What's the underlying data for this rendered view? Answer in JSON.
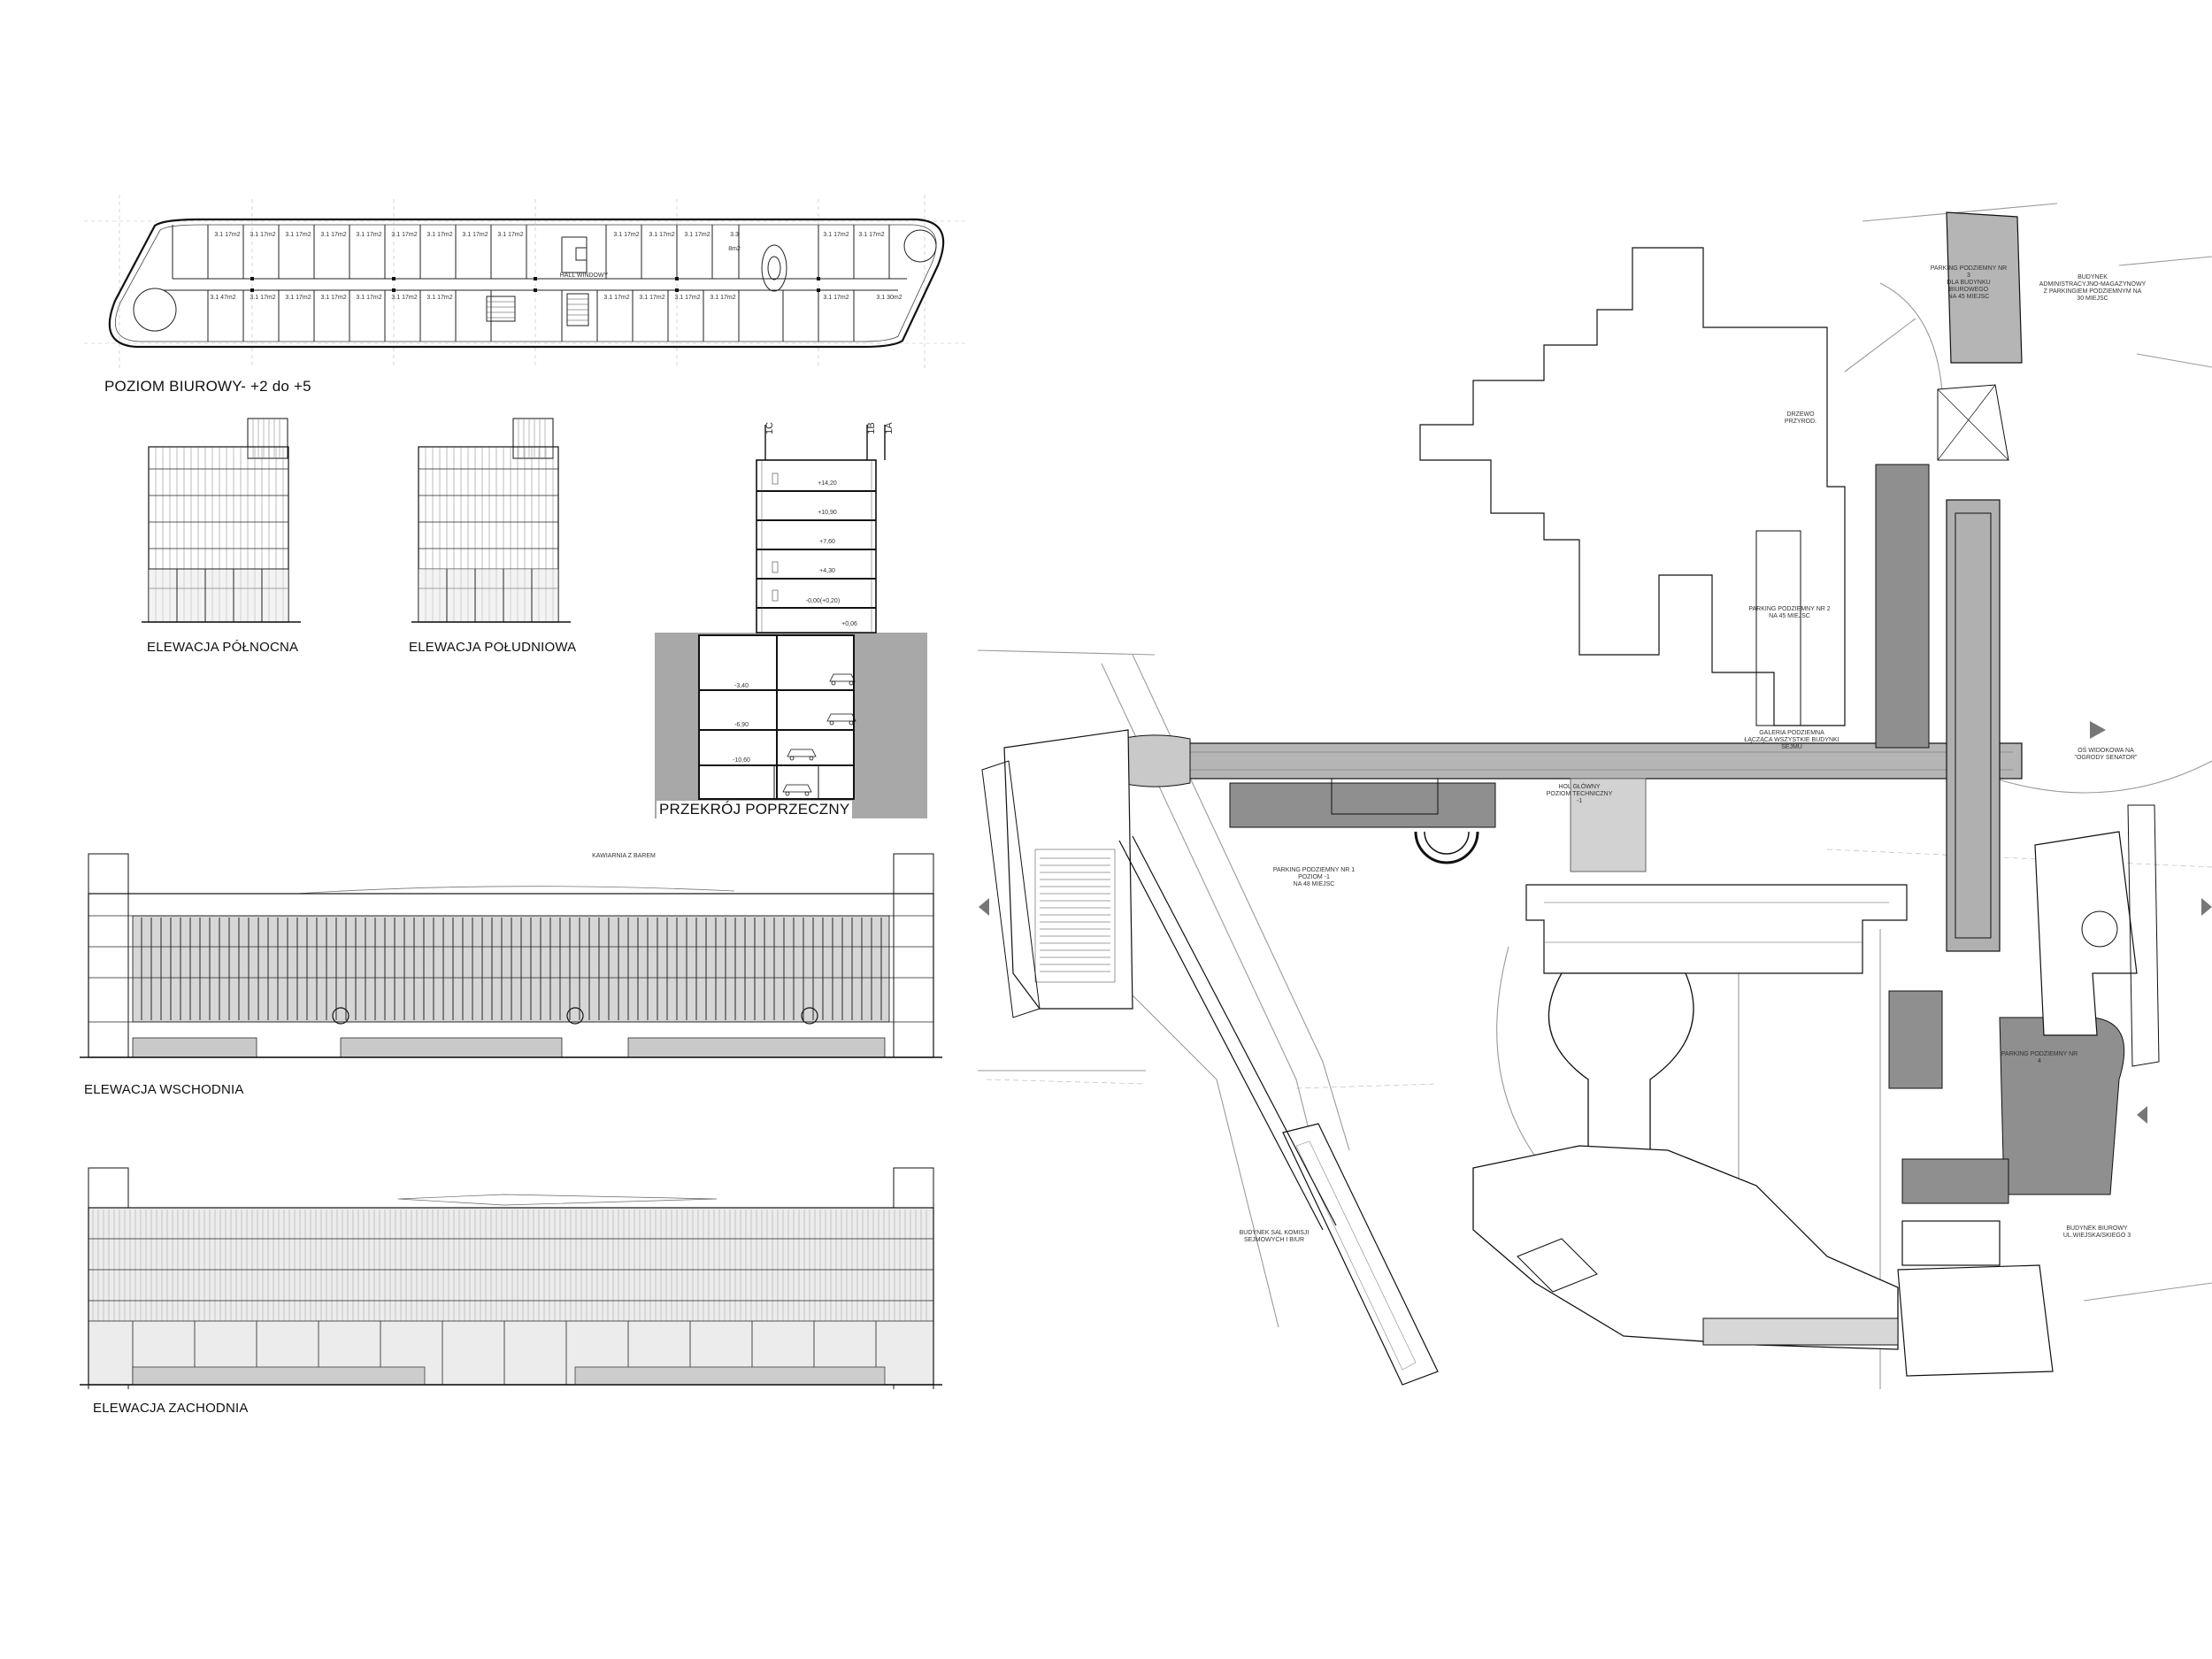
{
  "drawings": {
    "floor_plan": {
      "title": "POZIOM BIUROWY- +2 do +5",
      "room_label": "3.1  17m2",
      "room_label_corner": "3.1  47m2",
      "room_label_end": "3.1  30m2",
      "room_small": "3.3",
      "room_small_area": "8m2",
      "hall_label": "HALL WINDOWY"
    },
    "elevation_north": {
      "title": "ELEWACJA PÓŁNOCNA"
    },
    "elevation_south": {
      "title": "ELEWACJA POŁUDNIOWA"
    },
    "section": {
      "title": "PRZEKRÓJ POPRZECZNY",
      "axes": [
        "1C",
        "1B",
        "1A"
      ],
      "levels": [
        "+14,20",
        "+10,90",
        "+7,60",
        "+4,30",
        "-0,00(+0,20)",
        "+0,06",
        "-3,40",
        "-6,90",
        "-10,60"
      ]
    },
    "elevation_east": {
      "title": "ELEWACJA WSCHODNIA",
      "annotation": "KAWIARNIA Z BAREM"
    },
    "elevation_west": {
      "title": "ELEWACJA ZACHODNIA"
    }
  },
  "site_plan": {
    "labels": {
      "admin_building": "BUDYNEK\nADMINISTRACYJNO-MAGAZYNOWY\nZ PARKINGIEM PODZIEMNYM NA\n30 MIEJSC",
      "parking_2": "PARKING PODZIEMNY NR 2\nNA 45 MIEJSC",
      "gallery": "GALERIA PODZIEMNA\nŁĄCZĄCA WSZYSTKIE BUDYNKI\nSEJMU",
      "axis_note": "OŚ WIDOKOWA NA\n\"OGRODY SENATOR\"",
      "parking_1": "PARKING PODZIEMNY NR 1\nPOZIOM -1\nNA 48 MIEJSC",
      "committee_building": "BUDYNEK SAL KOMISJI\nSEJMOWYCH I BIUR",
      "office_building": "BUDYNEK BIUROWY\nUL.WIEJSKA/SKIEGO 3",
      "parking_3": "PARKING PODZIEMNY NR 3\nDLA BUDYNKU BIUROWEGO\nNA 45 MIEJSC",
      "parking_4": "PARKING PODZIEMNY NR 4",
      "existing": "DRZEWO\nPRZYROD.",
      "hall_note": "HOL GŁÓWNY\nPOZIOM TECHNICZNY -1"
    }
  },
  "colors": {
    "line": "#1a1a1a",
    "fill_gray": "#a9a9a9",
    "fill_light": "#cfcfcf",
    "context": "#9a9a9a"
  }
}
